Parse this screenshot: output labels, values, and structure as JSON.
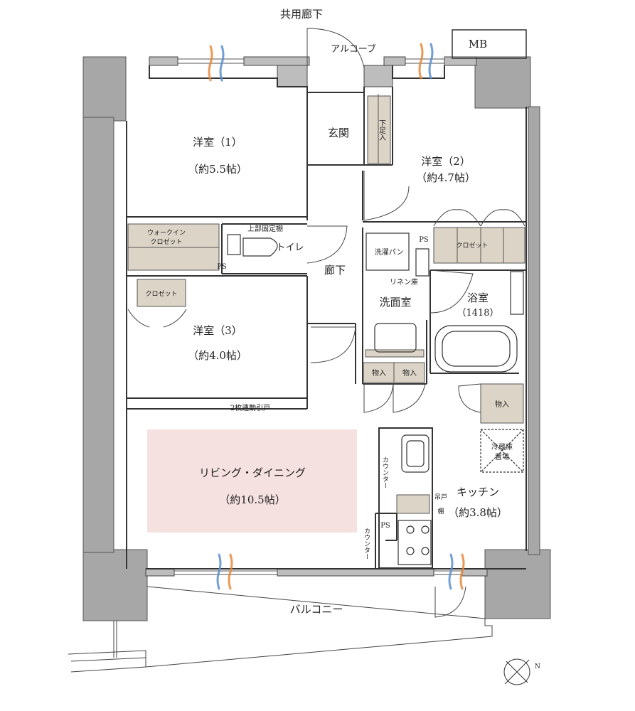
{
  "plan": {
    "corridor": "共用廊下",
    "alcove": "アルコーブ",
    "mb": "MB",
    "entrance": "玄関",
    "shoe_storage": "下足入",
    "hallway": "廊下",
    "toilet": "トイレ",
    "upper_shelf": "上部固定棚",
    "ps": "PS",
    "walk_in_closet_line1": "ウォークイン",
    "walk_in_closet_line2": "クロゼット",
    "closet": "クロゼット",
    "washer_pan": "洗濯パン",
    "linen": "リネン庫",
    "washroom": "洗面室",
    "bathroom": "浴室",
    "bathroom_size": "（1418）",
    "storage": "物入",
    "fridge_line1": "冷蔵庫",
    "fridge_line2": "置場",
    "counter": "カウンター",
    "hanging_line1": "吊戸",
    "hanging_line2": "棚",
    "balcony": "バルコニー",
    "sliding_door": "2枚連動引戸",
    "rooms": [
      {
        "name": "洋室（1）",
        "size": "（約5.5帖）"
      },
      {
        "name": "洋室（2）",
        "size": "（約4.7帖）"
      },
      {
        "name": "洋室（3）",
        "size": "（約4.0帖）"
      },
      {
        "name": "リビング・ダイニング",
        "size": "（約10.5帖）"
      },
      {
        "name": "キッチン",
        "size": "（約3.8帖）"
      }
    ],
    "compass": "N"
  }
}
